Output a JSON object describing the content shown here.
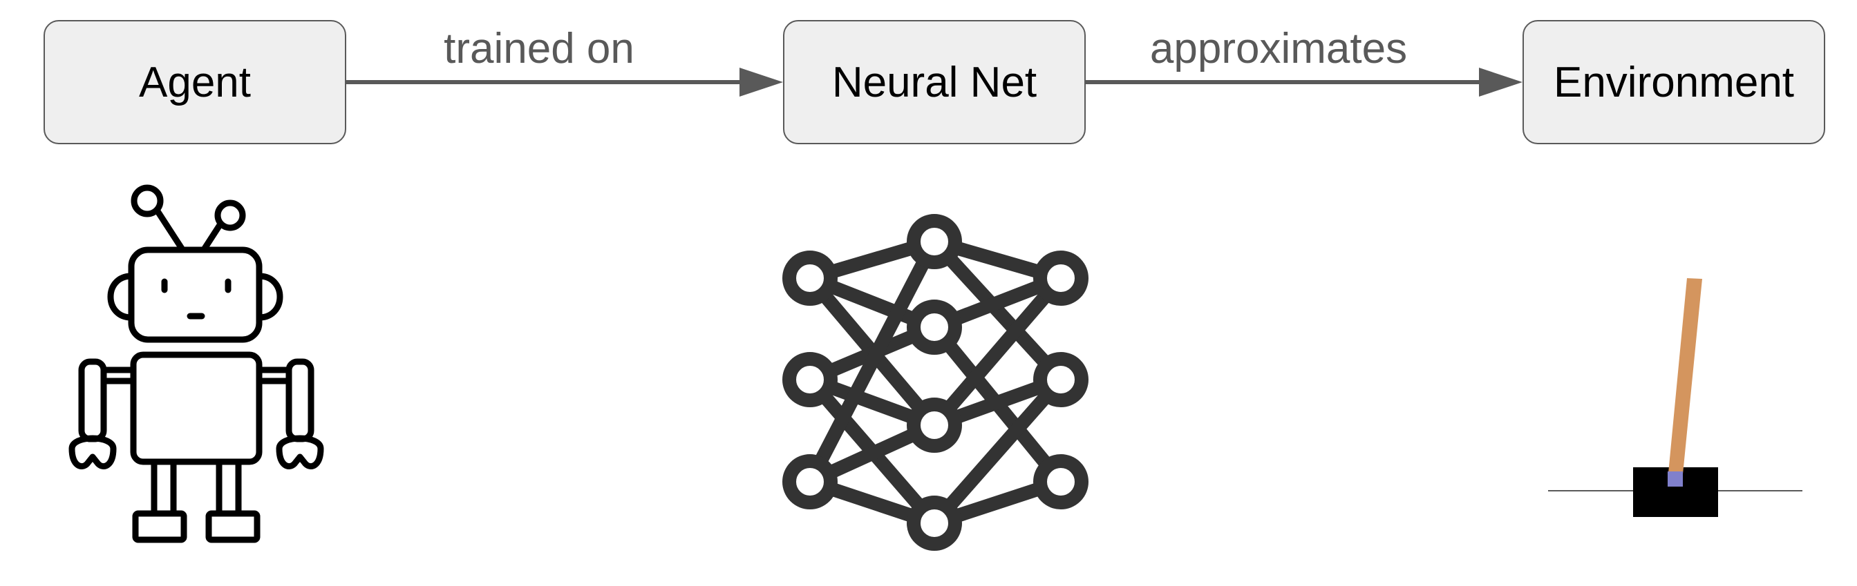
{
  "diagram": {
    "nodes": {
      "agent": {
        "label": "Agent"
      },
      "neural_net": {
        "label": "Neural Net"
      },
      "environment": {
        "label": "Environment"
      }
    },
    "edges": [
      {
        "from": "Agent",
        "to": "Neural Net",
        "label": "trained on"
      },
      {
        "from": "Neural Net",
        "to": "Environment",
        "label": "approximates"
      }
    ],
    "icons": {
      "agent": "robot-icon",
      "neural_net": "neural-network-icon",
      "environment": "cartpole-icon"
    }
  },
  "colors": {
    "node_fill": "#efefef",
    "node_border": "#595959",
    "arrow": "#595959",
    "icon_stroke": "#333333",
    "pole": "#d4955e",
    "cart": "#000000",
    "axle": "#8080cc"
  }
}
